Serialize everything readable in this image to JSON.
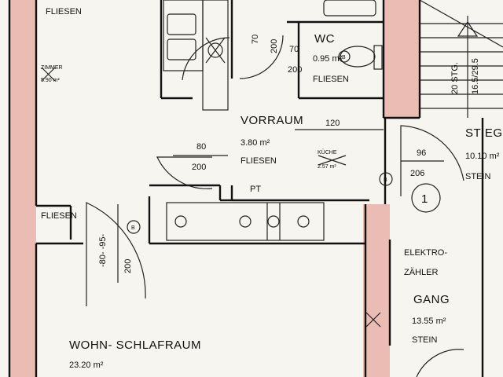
{
  "labels": {
    "fliesen_top": "FLIESEN",
    "zimmer_small": "ZIMMER",
    "zimmer_area_small": "5.90 m²",
    "fliesen_left": "FLIESEN",
    "vorraum": "VORRAUM",
    "vorraum_area": "3.80 m²",
    "vorraum_floor": "FLIESEN",
    "kueche_small": "KÜCHE",
    "kueche_area_small": "2.57 m²",
    "wc": "WC",
    "wc_area": "0.95 m²",
    "wc_floor": "FLIESEN",
    "stieg": "STIEG",
    "stieg_area": "10.10 m²",
    "stieg_floor": "STEIN",
    "stairs_steps": "20 STG.",
    "stairs_ratio": "16.5/29.5",
    "elektro_1": "ELEKTRO-",
    "elektro_2": "ZÄHLER",
    "gang": "GANG",
    "gang_area": "13.55 m²",
    "gang_floor": "STEIN",
    "wohn": "WOHN- SCHLAFRAUM",
    "wohn_area": "23.20 m²",
    "pt": "PT",
    "marker_number": "1",
    "badge_b_1": "B",
    "badge_b_2": "B",
    "badge_b_3": "B"
  },
  "dimensions": {
    "wc_door_w": "70",
    "wc_door_h": "200",
    "wc_inner_w": "70",
    "wc_inner_h": "200",
    "vorraum_width": "120",
    "door_left_w": "80",
    "door_left_h": "200",
    "door_right_w": "96",
    "door_right_h": "206",
    "door_wohn_w": "-80- -95-",
    "door_wohn_h": "200"
  },
  "colors": {
    "hatch": "#e6a8a0",
    "ink": "#111111",
    "paper": "#f7f5f0"
  }
}
